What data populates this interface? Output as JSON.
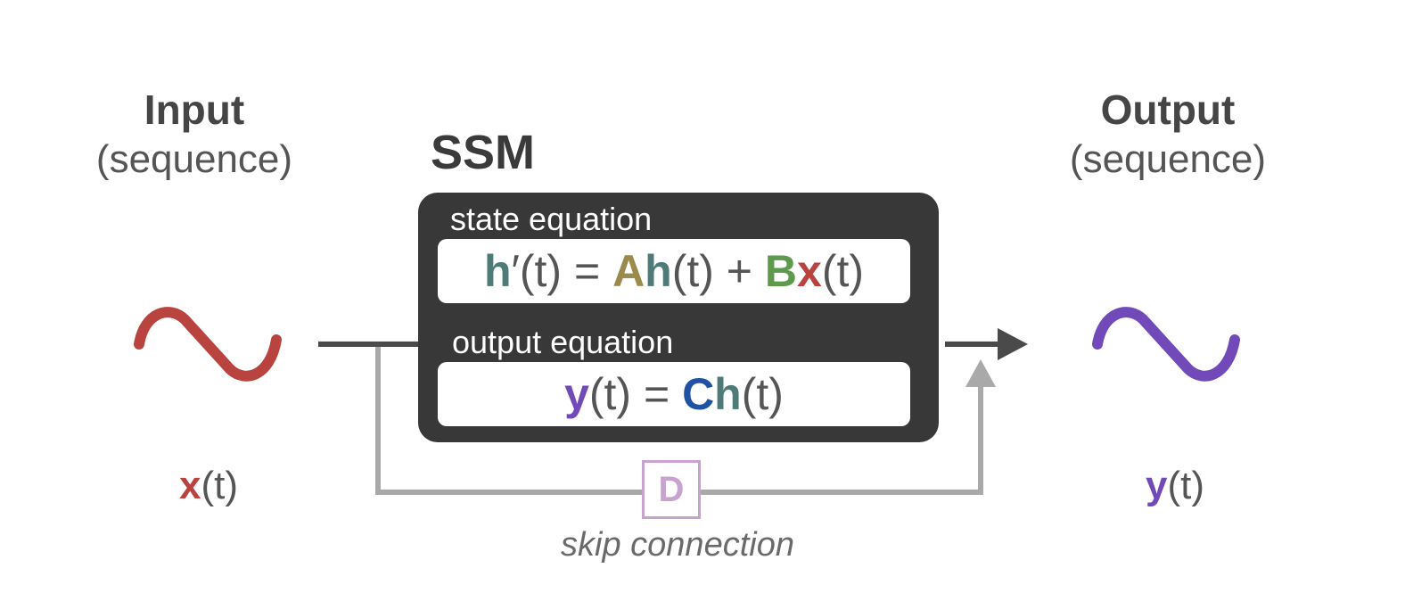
{
  "input": {
    "title": "Input",
    "subtitle": "(sequence)"
  },
  "output": {
    "title": "Output",
    "subtitle": "(sequence)"
  },
  "ssm": {
    "title": "SSM",
    "state_label": "state equation",
    "output_label": "output equation",
    "state_eq": {
      "h": "h",
      "prime_t": "′(t) = ",
      "A": "A",
      "h2": "h",
      "t_plus": "(t) + ",
      "B": "B",
      "x": "x",
      "t_end": "(t)"
    },
    "output_eq": {
      "y": "y",
      "t_eq": "(t) = ",
      "C": "C",
      "h": "h",
      "t_end": "(t)"
    }
  },
  "signals": {
    "x_var": "x",
    "x_arg": "(t)",
    "y_var": "y",
    "y_arg": "(t)"
  },
  "skip": {
    "matrix": "D",
    "label": "skip connection"
  },
  "colors": {
    "input_wave": "#b9433e",
    "output_wave": "#7149b8",
    "h": "#4e7a78",
    "A": "#9a8a4c",
    "B": "#5e9a4e",
    "x": "#b9433e",
    "y": "#7149b8",
    "C": "#1f52a3",
    "skip": "#a9a9a9",
    "D": "#c9a3cf"
  }
}
